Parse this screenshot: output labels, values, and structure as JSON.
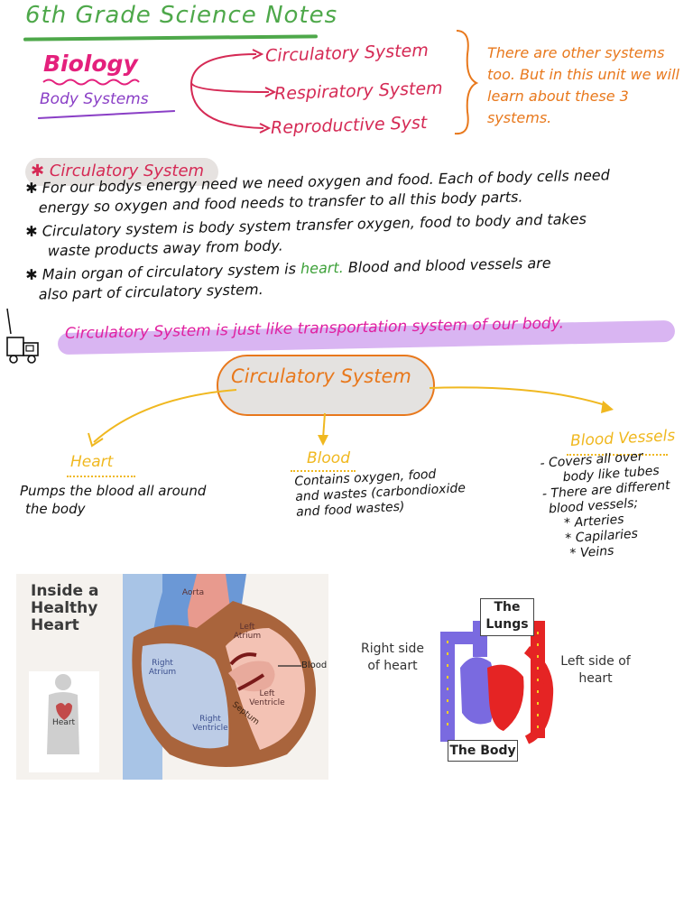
{
  "header": {
    "title": "6th Grade Science Notes",
    "subject": "Biology",
    "topic": "Body Systems",
    "systems": [
      "Circulatory System",
      "Respiratory System",
      "Reproductive Syst"
    ],
    "note": "There are other systems too. But in this unit we will learn about these 3 systems."
  },
  "section": {
    "heading": "Circulatory System",
    "points": [
      {
        "lines": [
          "For our bodys energy need we need oxygen and food. Each of body cells need",
          "energy so oxygen and food needs to transfer to all this body parts."
        ]
      },
      {
        "lines": [
          "Circulatory system is body system transfer oxygen, food to body and takes",
          "waste products away from body."
        ]
      },
      {
        "pre": "Main organ of circulatory system is",
        "highlight": "heart.",
        "post": "Blood and blood vessels are",
        "line2": "also part of circulatory system."
      }
    ],
    "emphasis": "Circulatory System is just like transportation system of our body."
  },
  "mindmap": {
    "center": "Circulatory System",
    "branches": [
      {
        "title": "Heart",
        "desc": [
          "Pumps the blood all around",
          "the body"
        ]
      },
      {
        "title": "Blood",
        "desc": [
          "Contains oxygen, food",
          "and wastes (carbondioxide",
          "and food wastes)"
        ]
      },
      {
        "title": "Blood Vessels",
        "desc": [
          "- Covers all over",
          "body like tubes",
          "- There are different",
          "blood vessels;",
          "* Arteries",
          "* Capilaries",
          "* Veins"
        ]
      }
    ]
  },
  "figure_left": {
    "title": [
      "Inside a",
      "Healthy",
      "Heart"
    ],
    "labels": {
      "aorta": "Aorta",
      "left_atrium": "Left Atrium",
      "right_atrium": "Right Atrium",
      "blood": "Blood",
      "left_ventricle": "Left Ventricle",
      "right_ventricle": "Right Ventricle",
      "septum": "Septum",
      "heart": "Heart"
    }
  },
  "figure_right": {
    "lungs": "The Lungs",
    "body": "The Body",
    "right_side": "Right side of heart",
    "left_side": "Left side of heart"
  },
  "colors": {
    "green": "#4ea84a",
    "pink": "#e4207c",
    "purple": "#8a3fc6",
    "red": "#d52a55",
    "orange": "#e8781c",
    "yellow": "#f0b820",
    "lavender": "#d9b5f2"
  }
}
